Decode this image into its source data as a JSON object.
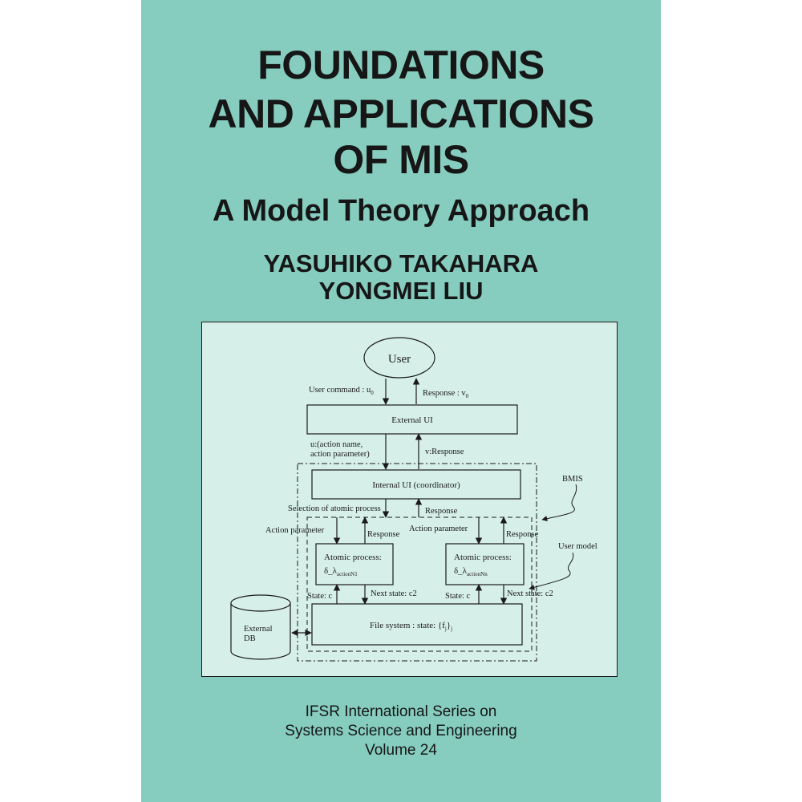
{
  "cover": {
    "title_lines": [
      "FOUNDATIONS",
      "AND APPLICATIONS",
      "OF MIS"
    ],
    "subtitle": "A Model Theory Approach",
    "authors": [
      "YASUHIKO TAKAHARA",
      "YONGMEI LIU"
    ],
    "series_lines": [
      "IFSR International Series on",
      "Systems Science and Engineering",
      "Volume 24"
    ],
    "background_color": "#86cdbf",
    "figure_background_color": "#d7efe9"
  },
  "diagram": {
    "user": "User",
    "user_command": "User command : u",
    "user_command_sub": "0",
    "response_v0": "Response : v",
    "response_v0_sub": "0",
    "external_ui": "External UI",
    "u_action_line1": "u:(action name,",
    "u_action_line2": "action parameter)",
    "v_response": "v:Response",
    "internal_ui": "Internal UI (coordinator)",
    "bmis": "BMIS",
    "selection": "Selection of atomic process",
    "response": "Response",
    "action_parameter": "Action parameter",
    "user_model": "User model",
    "atomic_process": "Atomic process:",
    "delta_lambda": "δ_λ",
    "action_n1_sub": "actionN1",
    "action_nn_sub": "actionNn",
    "state_c": "State: c",
    "next_state_c2": "Next state: c2",
    "external_db_line1": "External",
    "external_db_line2": "DB",
    "file_system": "File  system : state: {f",
    "file_system_sub1": "j",
    "file_system_close": "}",
    "file_system_sub2": "j"
  }
}
